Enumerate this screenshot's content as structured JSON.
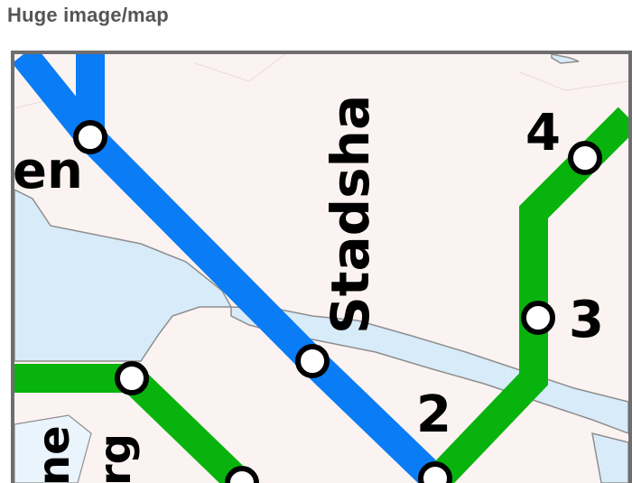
{
  "page": {
    "title": "Huge image/map"
  },
  "map": {
    "colors": {
      "land": "#fbf3f1",
      "water": "#d8ebf9",
      "blue_line": "#0a7cf5",
      "green_line": "#08b30d",
      "station_fill": "#ffffff",
      "station_stroke": "#000000"
    },
    "labels": {
      "partial_left_top": "en",
      "district": "Stadsha",
      "station_4": "4",
      "station_3": "3",
      "station_2": "2",
      "partial_bottom_left_1": "ne",
      "partial_bottom_left_2": "rg"
    },
    "lines": [
      {
        "name": "blue",
        "color": "blue_line"
      },
      {
        "name": "green",
        "color": "green_line"
      }
    ]
  }
}
